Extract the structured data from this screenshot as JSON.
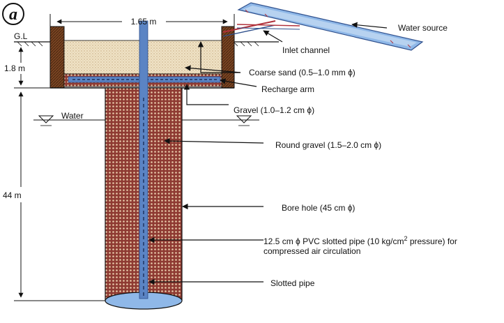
{
  "panel_label": "a",
  "dimensions": {
    "top_width": "1.65 m",
    "pit_depth": "1.8 m",
    "bore_depth": "44 m"
  },
  "labels": {
    "gl": "G.L",
    "water": "Water",
    "water_source": "Water source",
    "inlet_channel": "Inlet channel",
    "coarse_sand": "Coarse sand (0.5–1.0 mm ϕ)",
    "recharge_arm": "Recharge arm",
    "gravel": "Gravel (1.0–1.2 cm ϕ)",
    "round_gravel": "Round gravel (1.5–2.0 cm ϕ)",
    "bore_hole": "Bore hole (45 cm ϕ)",
    "pvc_line1_pre": "12.5  cm  ϕ PVC slotted pipe (10 kg/cm",
    "pvc_sup": "2",
    "pvc_line1_post": " pressure) for",
    "pvc_line2": "compressed air circulation",
    "slotted_pipe": "Slotted pipe"
  },
  "colors": {
    "pipe": "#5b84c4",
    "pipe_dark": "#2e4f8c",
    "gravel_fill": "#8e3a32",
    "sand_fill": "#e8d9b8",
    "wall": "#6b3a1c",
    "water_blue": "#8fb8e8"
  }
}
